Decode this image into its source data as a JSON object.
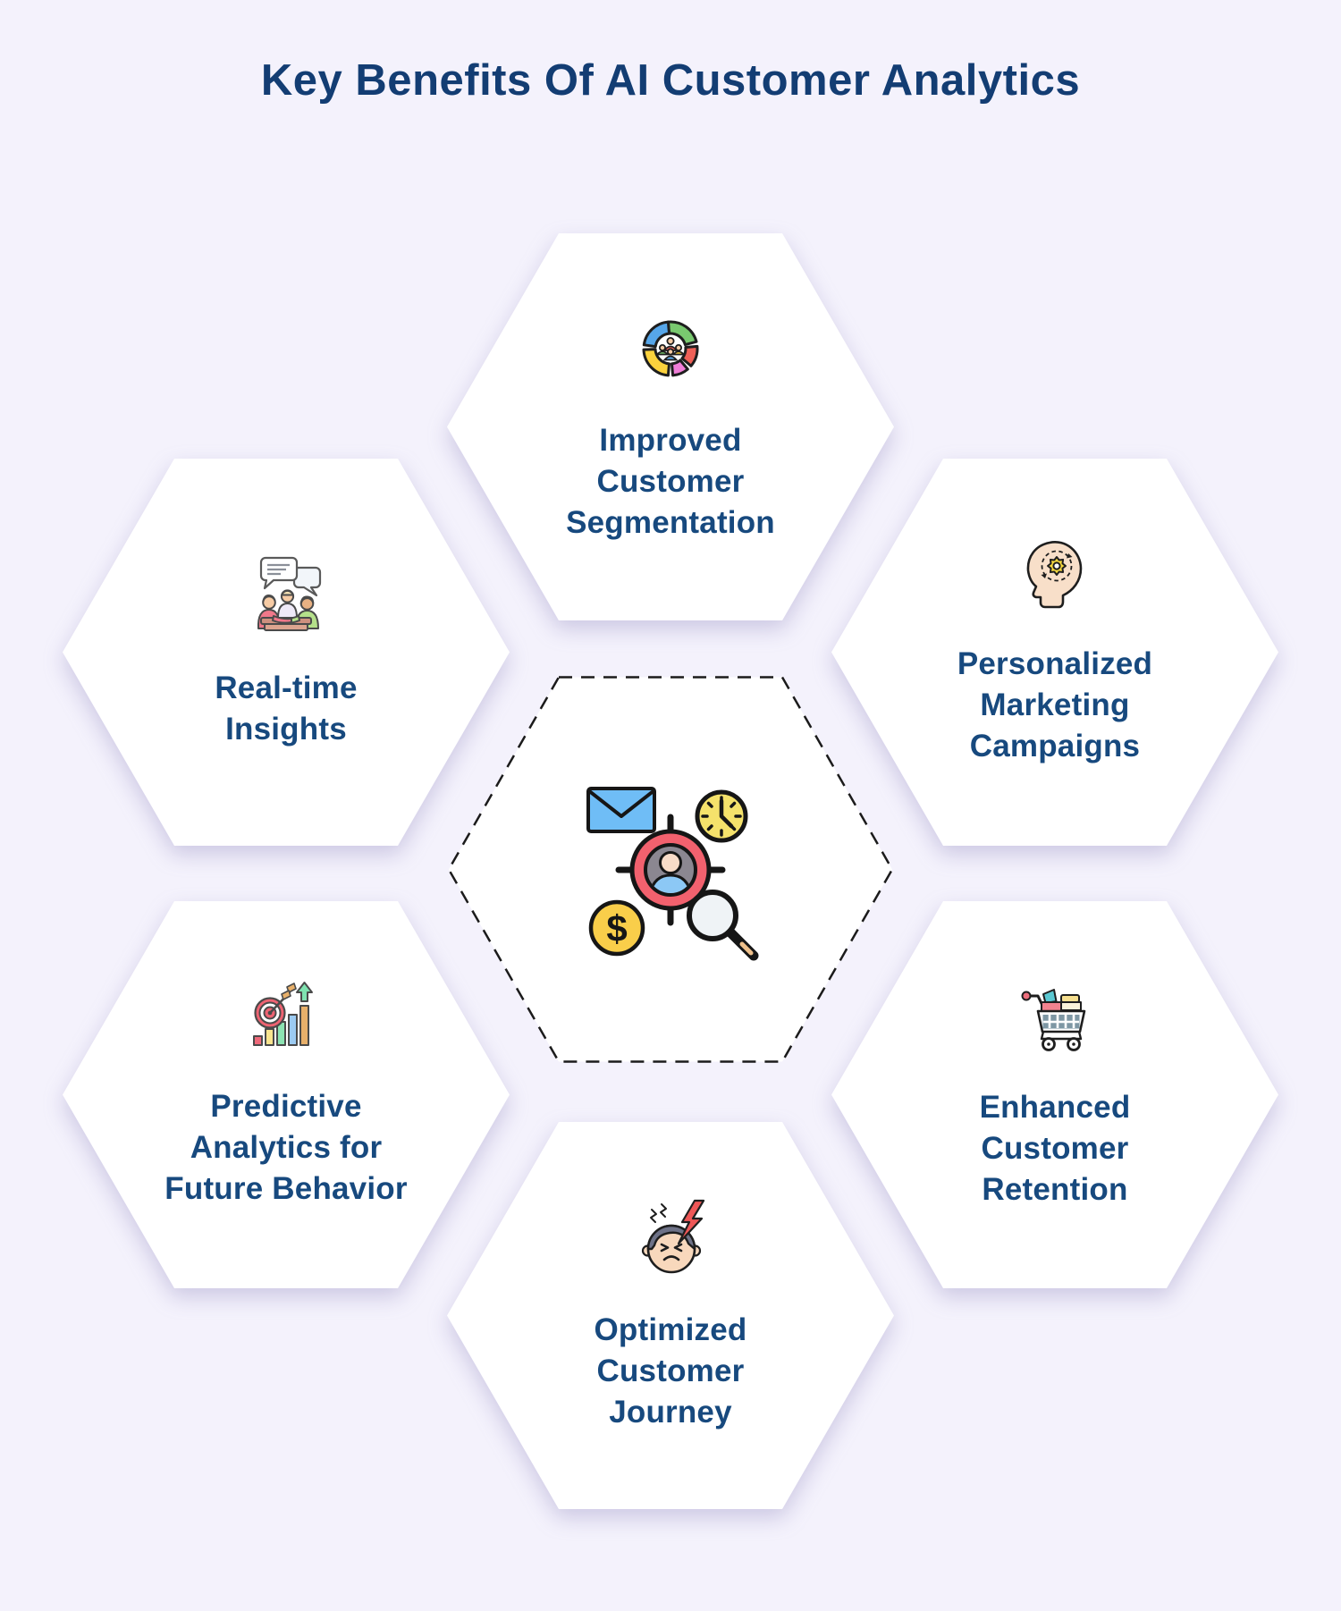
{
  "title": "Key Benefits Of AI Customer Analytics",
  "colors": {
    "background": "#F4F2FC",
    "hexagon_fill": "#FFFFFF",
    "title_color": "#133D73",
    "label_color": "#17497E",
    "dashed_border": "#1B1B1B"
  },
  "center_hexagon": {
    "icon": "customer-targeting-icon",
    "style": "dashed-outline"
  },
  "benefits": [
    {
      "id": "improved-customer-segmentation",
      "label": "Improved Customer Segmentation",
      "lines": [
        "Improved",
        "Customer",
        "Segmentation"
      ],
      "icon": "customer-segmentation-donut-chart-icon",
      "position": "top-center"
    },
    {
      "id": "real-time-insights",
      "label": "Real-time Insights",
      "lines": [
        "Real-time",
        "Insights"
      ],
      "icon": "meeting-discussion-icon",
      "position": "middle-left"
    },
    {
      "id": "personalized-marketing-campaigns",
      "label": "Personalized Marketing Campaigns",
      "lines": [
        "Personalized",
        "Marketing",
        "Campaigns"
      ],
      "icon": "head-with-gear-icon",
      "position": "middle-right"
    },
    {
      "id": "predictive-analytics-for-future-behavior",
      "label": "Predictive Analytics for Future Behavior",
      "lines": [
        "Predictive",
        "Analytics for",
        "Future Behavior"
      ],
      "icon": "target-growth-chart-icon",
      "position": "bottom-left"
    },
    {
      "id": "enhanced-customer-retention",
      "label": "Enhanced Customer Retention",
      "lines": [
        "Enhanced",
        "Customer",
        "Retention"
      ],
      "icon": "shopping-cart-icon",
      "position": "bottom-right"
    },
    {
      "id": "optimized-customer-journey",
      "label": "Optimized Customer Journey",
      "lines": [
        "Optimized",
        "Customer",
        "Journey"
      ],
      "icon": "frustrated-customer-icon",
      "position": "bottom-center"
    }
  ]
}
